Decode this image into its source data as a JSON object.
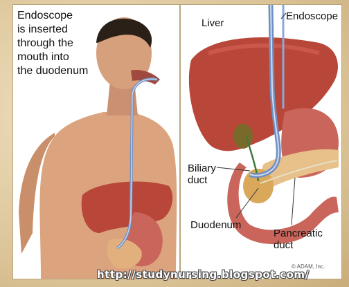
{
  "left_caption": "Endoscope\nis inserted\nthrough the\nmouth into\nthe duodenum",
  "labels": {
    "liver": "Liver",
    "endoscope": "Endoscope",
    "biliary_duct": "Biliary\nduct",
    "duodenum": "Duodenum",
    "pancreatic_duct": "Pancreatic\nduct"
  },
  "copyright": "© ADAM, Inc.",
  "watermark": "http://studynursing.blogspot.com/",
  "colors": {
    "skin": "#d9a27c",
    "liver": "#b8473a",
    "scope": "#6f8fc2",
    "stomach": "#c9655a",
    "pancreas": "#e8c089"
  }
}
